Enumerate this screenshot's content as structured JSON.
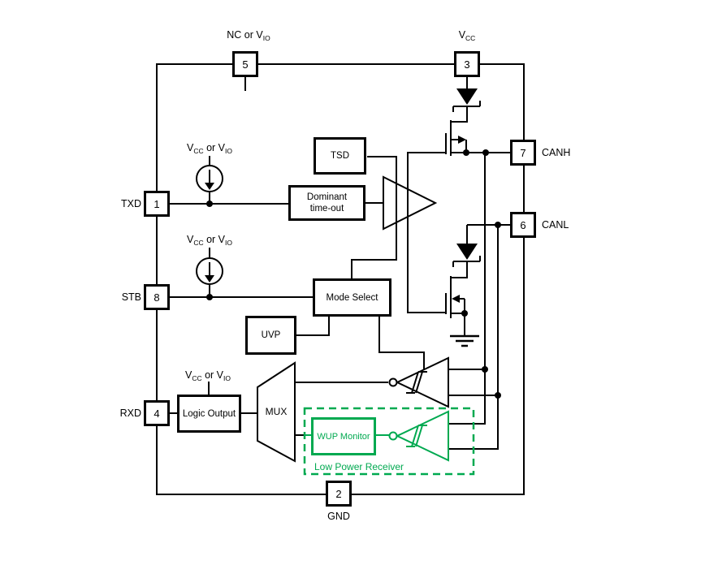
{
  "title": "CAN transceiver functional block diagram",
  "colors": {
    "accent_green": "#00a950",
    "line": "#000000",
    "background": "#ffffff"
  },
  "pins": {
    "p1": {
      "number": "1",
      "label": "TXD"
    },
    "p8": {
      "number": "8",
      "label": "STB"
    },
    "p4": {
      "number": "4",
      "label": "RXD"
    },
    "p5": {
      "number": "5"
    },
    "p3": {
      "number": "3"
    },
    "p7": {
      "number": "7",
      "label": "CANH"
    },
    "p6": {
      "number": "6",
      "label": "CANL"
    },
    "p2": {
      "number": "2",
      "label": "GND"
    }
  },
  "supply": {
    "v": "V",
    "cc": "CC",
    "io": "IO",
    "or_v": " or V",
    "nc_or_v": "NC or V"
  },
  "blocks": {
    "tsd": "TSD",
    "dominant_timeout_line1": "Dominant",
    "dominant_timeout_line2": "time-out",
    "mode_select": "Mode Select",
    "uvp": "UVP",
    "logic_output": "Logic Output",
    "mux": "MUX",
    "wup_monitor": "WUP Monitor",
    "low_power_receiver": "Low Power Receiver"
  }
}
